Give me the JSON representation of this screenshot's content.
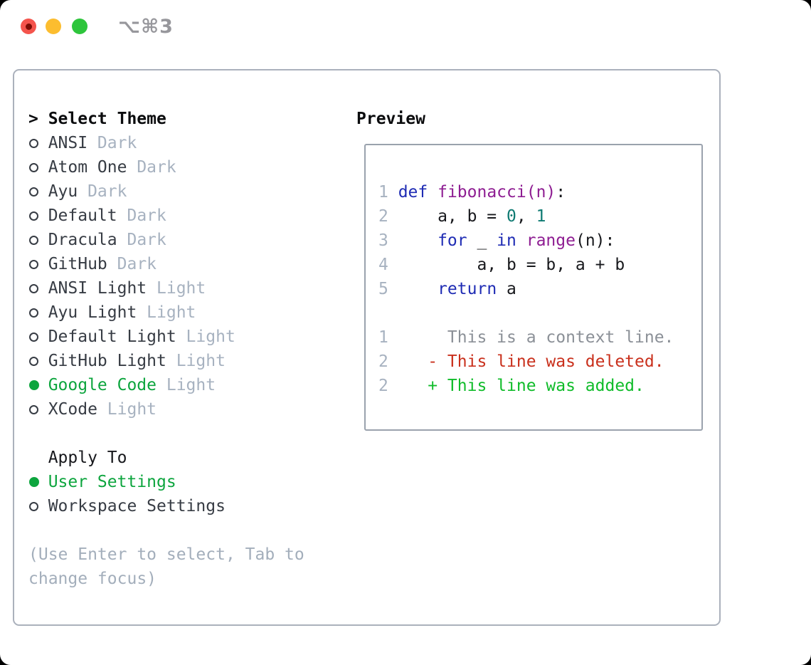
{
  "titlebar": {
    "shortcut": "⌥⌘3"
  },
  "theme_picker": {
    "prompt": ">",
    "title": "Select Theme",
    "themes": [
      {
        "name": "ANSI",
        "tag": "Dark",
        "selected": false
      },
      {
        "name": "Atom One",
        "tag": "Dark",
        "selected": false
      },
      {
        "name": "Ayu",
        "tag": "Dark",
        "selected": false
      },
      {
        "name": "Default",
        "tag": "Dark",
        "selected": false
      },
      {
        "name": "Dracula",
        "tag": "Dark",
        "selected": false
      },
      {
        "name": "GitHub",
        "tag": "Dark",
        "selected": false
      },
      {
        "name": "ANSI Light",
        "tag": "Light",
        "selected": false
      },
      {
        "name": "Ayu Light",
        "tag": "Light",
        "selected": false
      },
      {
        "name": "Default Light",
        "tag": "Light",
        "selected": false
      },
      {
        "name": "GitHub Light",
        "tag": "Light",
        "selected": false
      },
      {
        "name": "Google Code",
        "tag": "Light",
        "selected": true
      },
      {
        "name": "XCode",
        "tag": "Light",
        "selected": false
      }
    ],
    "apply_to": {
      "title": "Apply To",
      "options": [
        {
          "label": "User Settings",
          "selected": true
        },
        {
          "label": "Workspace Settings",
          "selected": false
        }
      ]
    },
    "help_lines": [
      "(Use Enter to select, Tab to",
      "change focus)"
    ]
  },
  "preview": {
    "title": "Preview",
    "code_lines": [
      {
        "num": "1",
        "segments": [
          [
            "kw",
            "def"
          ],
          [
            "pl",
            " "
          ],
          [
            "fn",
            "fibonacci(n)"
          ],
          [
            "pl",
            ":"
          ]
        ]
      },
      {
        "num": "2",
        "segments": [
          [
            "pl",
            "    a, b = "
          ],
          [
            "numlit",
            "0"
          ],
          [
            "pl",
            ", "
          ],
          [
            "numlit",
            "1"
          ]
        ]
      },
      {
        "num": "3",
        "segments": [
          [
            "pl",
            "    "
          ],
          [
            "kw",
            "for"
          ],
          [
            "pl",
            " _ "
          ],
          [
            "kw",
            "in"
          ],
          [
            "pl",
            " "
          ],
          [
            "fn",
            "range"
          ],
          [
            "pl",
            "(n):"
          ]
        ]
      },
      {
        "num": "4",
        "segments": [
          [
            "pl",
            "        a, b = b, a + b"
          ]
        ]
      },
      {
        "num": "5",
        "segments": [
          [
            "pl",
            "    "
          ],
          [
            "kw",
            "return"
          ],
          [
            "pl",
            " a"
          ]
        ]
      }
    ],
    "diff_lines": [
      {
        "num": "1",
        "segments": [
          [
            "ctx",
            "     This is a context line."
          ]
        ]
      },
      {
        "num": "2",
        "segments": [
          [
            "del",
            "   - This line was deleted."
          ]
        ]
      },
      {
        "num": "2",
        "segments": [
          [
            "add",
            "   + This line was added."
          ]
        ]
      }
    ]
  },
  "colors": {
    "close-red": "#f4544c",
    "close-red-dot": "#7c0d05",
    "min-yellow": "#fcbd2f",
    "zoom-green": "#2ec53c",
    "shortcut": "#97979c",
    "panel-border": "#abb1bc",
    "box-border": "#9aa2ad",
    "heading": "#0b0c0e",
    "label": "#373c44",
    "tag": "#a7b2c0",
    "selected": "#0da53e",
    "help": "#a3aebb",
    "gutter": "#a7b2c0",
    "kw": "#1f2cb4",
    "fn": "#8e1d92",
    "numlit": "#0e7a72",
    "pl": "#17181c",
    "ctx": "#8b9097",
    "del": "#c9301c",
    "add": "#10bc2a"
  }
}
